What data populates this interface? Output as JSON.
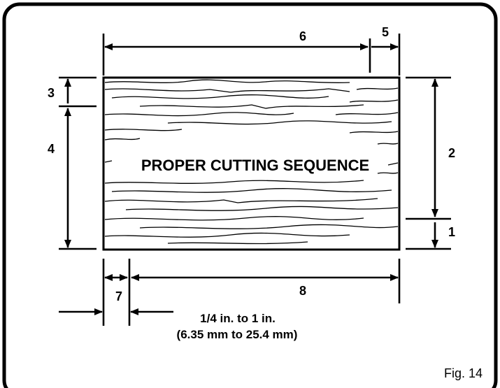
{
  "figure": {
    "caption": "Fig. 14",
    "board_label": "PROPER CUTTING SEQUENCE",
    "dimensions": {
      "d1": "1",
      "d2": "2",
      "d3": "3",
      "d4": "4",
      "d5": "5",
      "d6": "6",
      "d7": "7",
      "d8": "8"
    },
    "note": {
      "line1": "1/4 in. to 1 in.",
      "line2": "(6.35 mm to 25.4 mm)"
    }
  }
}
